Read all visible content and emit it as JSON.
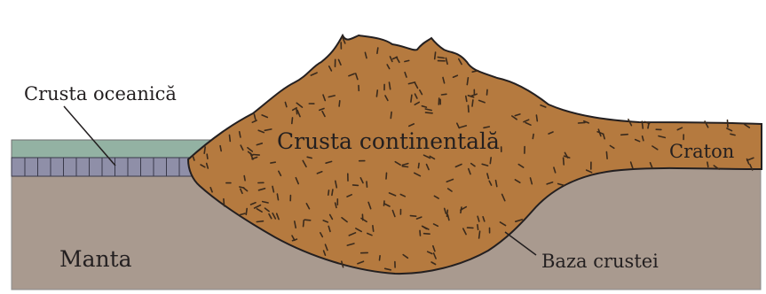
{
  "labels": {
    "oceanic_crust": "Crusta oceanică",
    "continental_crust": "Crusta continentală",
    "craton": "Craton",
    "mantle": "Manta",
    "crust_base": "Baza crustei"
  },
  "colors": {
    "background": "#ffffff",
    "mantle": "#a99a8f",
    "continental_crust": "#b57a3f",
    "crust_outline": "#231f20",
    "ocean_water": "#93b2a3",
    "oceanic_crust": "#8f8fa8",
    "crust_dashes": "#3a2a1c"
  }
}
